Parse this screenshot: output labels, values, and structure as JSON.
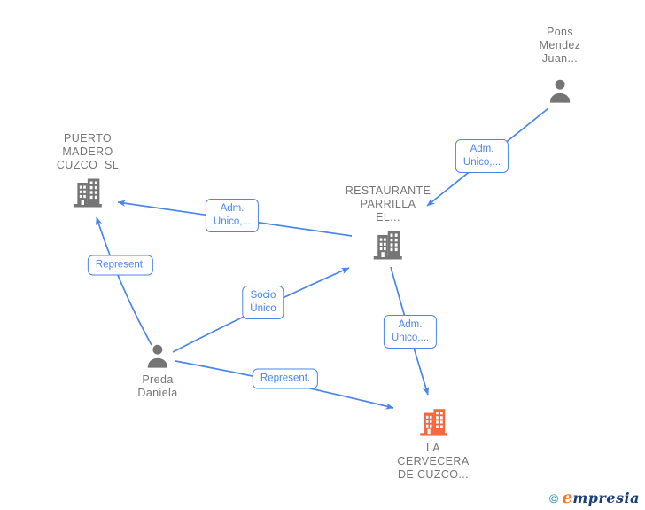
{
  "colors": {
    "edge_blue": "#4a86e8",
    "node_text_gray": "#757575",
    "icon_gray": "#757575",
    "icon_orange": "#f4683c",
    "logo_copyright_teal": "#1b87a8",
    "logo_e_orange": "#ef7b30",
    "logo_text_navy": "#1d3f77"
  },
  "nodes": [
    {
      "id": "pons-mendez-juan",
      "kind": "person",
      "lines": [
        "Pons",
        "Mendez",
        "Juan..."
      ]
    },
    {
      "id": "puerto-madero",
      "kind": "company",
      "lines": [
        "PUERTO",
        "MADERO",
        "CUZCO  SL"
      ]
    },
    {
      "id": "restaurante-parrilla",
      "kind": "company",
      "lines": [
        "RESTAURANTE",
        "PARRILLA",
        "EL..."
      ]
    },
    {
      "id": "preda-daniela",
      "kind": "person",
      "lines": [
        "Preda",
        "Daniela"
      ]
    },
    {
      "id": "la-cervecera",
      "kind": "company",
      "lines": [
        "LA",
        "CERVECERA",
        "DE CUZCO..."
      ]
    }
  ],
  "edge_labels": [
    {
      "id": "adm-unico-1",
      "lines": [
        "Adm.",
        "Unico,..."
      ]
    },
    {
      "id": "adm-unico-2",
      "lines": [
        "Adm.",
        "Unico,..."
      ]
    },
    {
      "id": "represent-1",
      "lines": [
        "Represent."
      ]
    },
    {
      "id": "socio-unico",
      "lines": [
        "Socio",
        "Único"
      ]
    },
    {
      "id": "adm-unico-3",
      "lines": [
        "Adm.",
        "Unico,..."
      ]
    },
    {
      "id": "represent-2",
      "lines": [
        "Represent."
      ]
    }
  ],
  "edges": [
    {
      "from": "pons-mendez-juan",
      "to": "restaurante-parrilla",
      "relation": "Adm. Unico,..."
    },
    {
      "from": "restaurante-parrilla",
      "to": "puerto-madero",
      "relation": "Adm. Unico,..."
    },
    {
      "from": "preda-daniela",
      "to": "puerto-madero",
      "relation": "Represent."
    },
    {
      "from": "preda-daniela",
      "to": "restaurante-parrilla",
      "relation": "Socio Único"
    },
    {
      "from": "restaurante-parrilla",
      "to": "la-cervecera",
      "relation": "Adm. Unico,..."
    },
    {
      "from": "preda-daniela",
      "to": "la-cervecera",
      "relation": "Represent."
    }
  ],
  "watermark": {
    "copyright": "©",
    "brand_e": "e",
    "brand_rest": "mpresia"
  }
}
